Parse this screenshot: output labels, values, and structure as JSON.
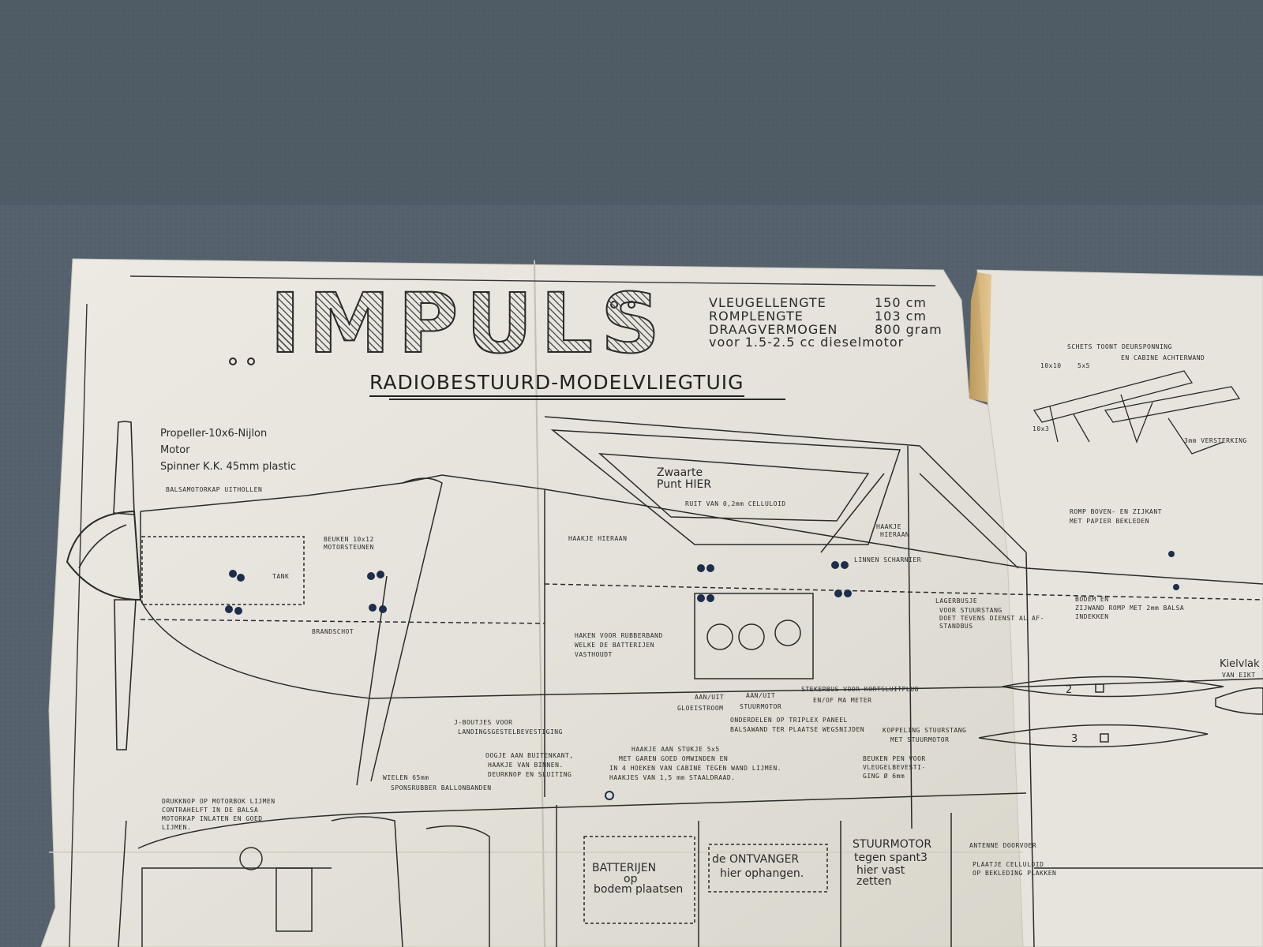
{
  "plan": {
    "title": "IMPULS",
    "subtitle": "RADIOBESTUURD-MODELVLIEGTUIG",
    "specs": [
      {
        "label": "VLEUGELLENGTE",
        "value": "150 cm"
      },
      {
        "label": "ROMPLENGTE",
        "value": "103 cm"
      },
      {
        "label": "DRAAGVERMOGEN",
        "value": "800 gram"
      }
    ],
    "engine_note": "voor 1.5-2.5 cc dieselmotor",
    "propeller_notes": [
      "Propeller-10x6-Nijlon",
      "Motor",
      "Spinner K.K. 45mm plastic"
    ]
  },
  "annotations": {
    "balsamotorkap": "BALSAMOTORKAP UITHOLLEN",
    "beuken": "BEUKEN 10x12",
    "motorsteunen": "MOTORSTEUNEN",
    "tank": "TANK",
    "brandschot": "BRANDSCHOT",
    "zwaarte_1": "Zwaarte",
    "zwaarte_2": "Punt HIER",
    "ruit": "RUIT VAN 0,2mm CELLULOID",
    "haakje_hieraan": "HAAKJE HIERAAN",
    "haakje_hieraan2_1": "HAAKJE",
    "haakje_hieraan2_2": "HIERAAN",
    "linnen": "LINNEN SCHARNIER",
    "lagerbusje": "LAGERBUSJE",
    "lager_2": "VOOR STUURSTANG",
    "lager_3": "DOET TEVENS DIENST AL AF-",
    "lager_4": "STANDBUS",
    "haken_1": "HAKEN VOOR RUBBERBAND",
    "haken_2": "WELKE DE BATTERIJEN",
    "haken_3": "VASTHOUDT",
    "aanuit1_1": "AAN/UIT",
    "aanuit1_2": "GLOEISTROOM",
    "aanuit2_1": "AAN/UIT",
    "aanuit2_2": "STUURMOTOR",
    "stekerbus_1": "STEKERBUS VOOR KORTSLUITPLUG",
    "stekerbus_2": "EN/OF MA METER",
    "onderdelen_1": "ONDERDELEN OP TRIPLEX PANEEL",
    "onderdelen_2": "BALSAWAND TER PLAATSE WEGSNIJDEN",
    "jbout_1": "J-BOUTJES VOOR",
    "jbout_2": "LANDINGSGESTELBEVESTIGING",
    "haakje_stukje_1": "HAAKJE AAN STUKJE 5x5",
    "haakje_stukje_2": "MET GAREN GOED OMWINDEN EN",
    "haakje_stukje_3": "IN 4 HOEKEN VAN CABINE TEGEN WAND LIJMEN.",
    "haakje_stukje_4": "HAAKJES VAN 1,5 mm STAALDRAAD.",
    "oogje_1": "OOGJE AAN BUITENKANT,",
    "oogje_2": "HAAKJE VAN BINNEN.",
    "oogje_3": "DEURKNOP EN SLUITING",
    "koppeling_1": "KOPPELING STUURSTANG",
    "koppeling_2": "MET STUURMOTOR",
    "wielen_1": "WIELEN 65mm",
    "wielen_2": "SPONSRUBBER BALLONBANDEN",
    "beuken_pen_1": "BEUKEN PEN VOOR",
    "beuken_pen_2": "VLEUGELBEVESTI-",
    "beuken_pen_3": "GING Ø 6mm",
    "drukknop_1": "DRUKKNOP OP MOTORBOK LIJMEN",
    "drukknop_2": "CONTRAHELFT IN DE BALSA",
    "drukknop_3": "MOTORKAP INLATEN EN GOED",
    "drukknop_4": "LIJMEN.",
    "batterijen_1": "BATTERIJEN",
    "batterijen_2": "op",
    "batterijen_3": "bodem plaatsen",
    "ontvanger_1": "de ONTVANGER",
    "ontvanger_2": "hier ophangen.",
    "stuurmotor_1": "STUURMOTOR",
    "stuurmotor_2": "tegen spant3",
    "stuurmotor_3": "hier vast",
    "stuurmotor_4": "zetten",
    "antenne": "ANTENNE DOORVOER",
    "plaatje_1": "PLAATJE CELLULOID",
    "plaatje_2": "OP BEKLEDING PLAKKEN",
    "schets_1": "SCHETS TOONT DEURSPONNING",
    "schets_2": "EN CABINE ACHTERWAND",
    "dim_1": "10x10",
    "dim_2": "5x5",
    "dim_3": "10x3",
    "dim_4": "3mm VERSTERKING",
    "romp_1": "ROMP BOVEN- EN ZIJKANT",
    "romp_2": "MET PAPIER BEKLEDEN",
    "bodem_1": "BODEM EN",
    "bodem_2": "ZIJWAND ROMP MET 2mm BALSA",
    "bodem_3": "INDEKKEN",
    "kielvlak_1": "Kielvlak",
    "kielvlak_2": "VAN EIKT",
    "num_2": "2",
    "num_3": "3"
  }
}
